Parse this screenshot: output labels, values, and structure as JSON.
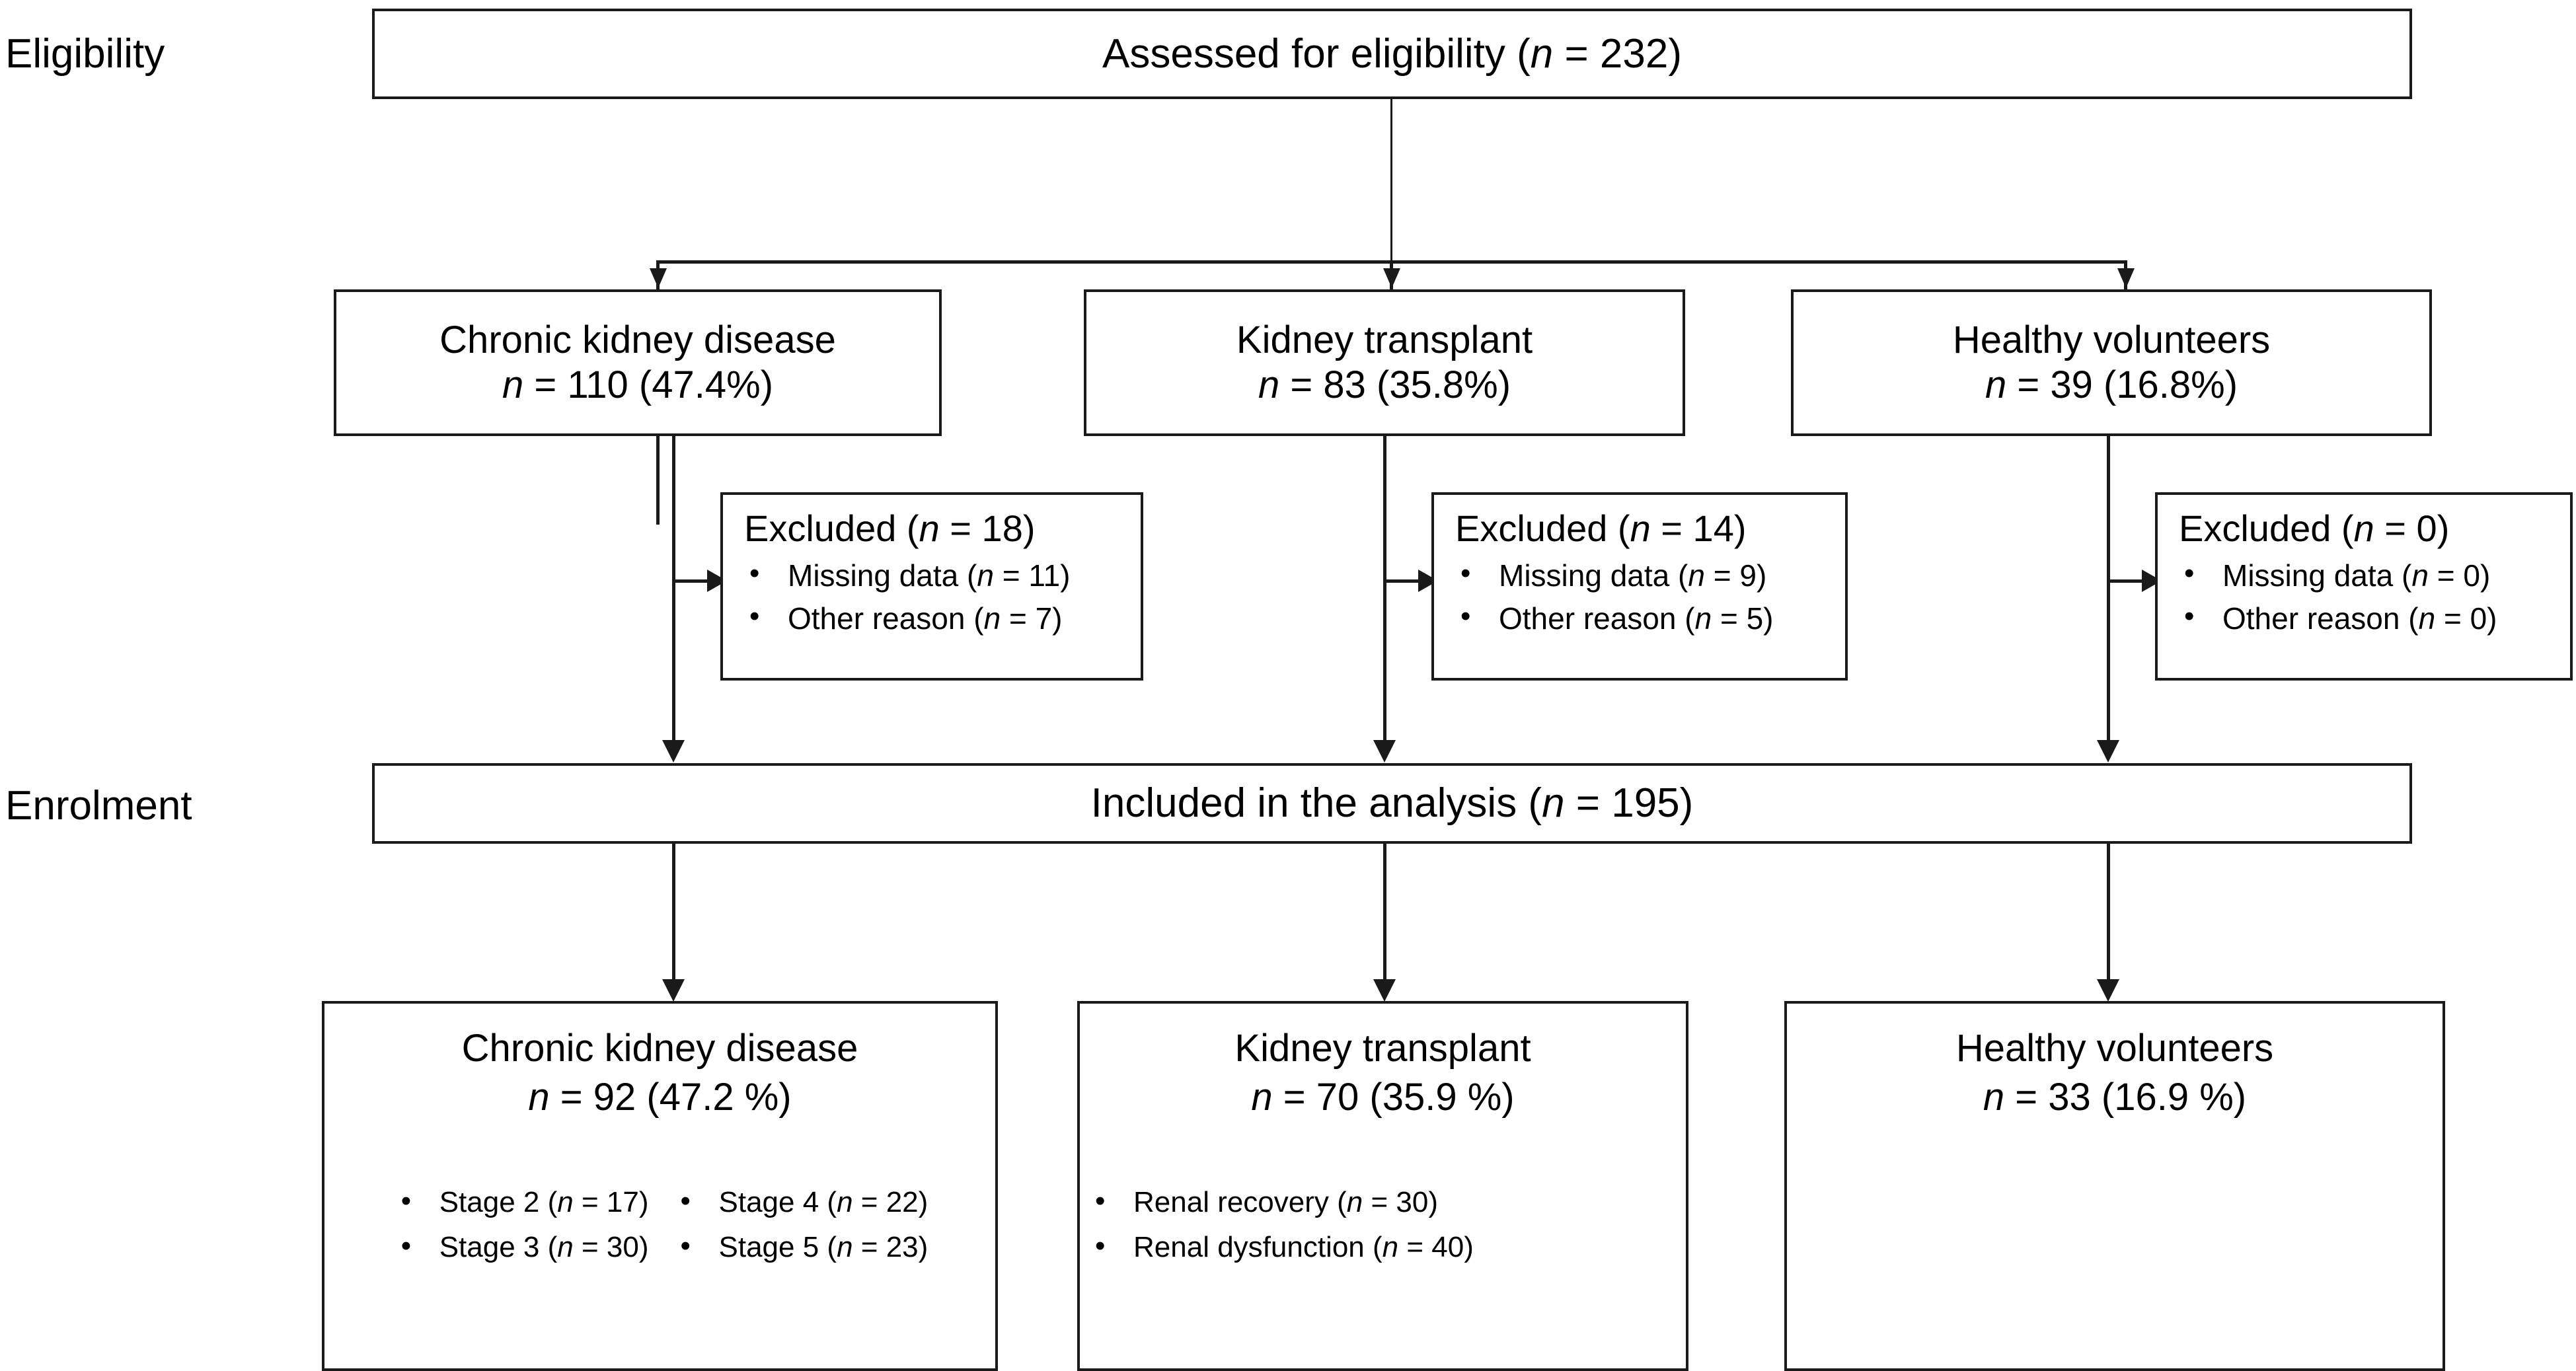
{
  "diagram": {
    "title": "CONSORT-style participant flow diagram",
    "stages": [
      {
        "id": "eligibility",
        "label": "Eligibility"
      },
      {
        "id": "enrolment",
        "label": "Enrolment"
      }
    ],
    "colors": {
      "stroke": "#1a1a1a",
      "background": "#ffffff",
      "text": "#000000"
    },
    "assessed": {
      "label_text": "Assessed for eligibility (",
      "n_symbol": "n",
      "n_value": " = 232)",
      "full": "Assessed for eligibility (n = 232)",
      "n": 232
    },
    "groups_assessed": [
      {
        "id": "ckd",
        "name": "Chronic kidney disease",
        "count_prefix": " = 110 (47.4%)",
        "n_symbol": "n",
        "n": 110,
        "percent": "47.4%"
      },
      {
        "id": "kt",
        "name": "Kidney transplant",
        "count_prefix": " = 83 (35.8%)",
        "n_symbol": "n",
        "n": 83,
        "percent": "35.8%"
      },
      {
        "id": "hv",
        "name": "Healthy volunteers",
        "count_prefix": " = 39 (16.8%)",
        "n_symbol": "n",
        "n": 39,
        "percent": "16.8%"
      }
    ],
    "exclusions": [
      {
        "id": "ckd-excluded",
        "header_prefix": "Excluded (",
        "n_symbol": "n",
        "header_suffix": " = 18)",
        "n": 18,
        "reasons": [
          {
            "label": "Missing data (",
            "n_symbol": "n",
            "value": " = 11)",
            "n": 11
          },
          {
            "label": "Other reason (",
            "n_symbol": "n",
            "value": " = 7)",
            "n": 7
          }
        ]
      },
      {
        "id": "kt-excluded",
        "header_prefix": "Excluded (",
        "n_symbol": "n",
        "header_suffix": " = 14)",
        "n": 14,
        "reasons": [
          {
            "label": "Missing data (",
            "n_symbol": "n",
            "value": " = 9)",
            "n": 9
          },
          {
            "label": "Other reason (",
            "n_symbol": "n",
            "value": " = 5)",
            "n": 5
          }
        ]
      },
      {
        "id": "hv-excluded",
        "header_prefix": "Excluded (",
        "n_symbol": "n",
        "header_suffix": " = 0)",
        "n": 0,
        "reasons": [
          {
            "label": "Missing data (",
            "n_symbol": "n",
            "value": " = 0)",
            "n": 0
          },
          {
            "label": "Other reason (",
            "n_symbol": "n",
            "value": " = 0)",
            "n": 0
          }
        ]
      }
    ],
    "included": {
      "label_text": "Included in the analysis (",
      "n_symbol": "n",
      "n_value": " = 195)",
      "full": "Included in the analysis (n = 195)",
      "n": 195
    },
    "groups_included": [
      {
        "id": "ckd-final",
        "name": "Chronic kidney disease",
        "n_symbol": "n",
        "count_prefix": " = 92 (47.2 %)",
        "n": 92,
        "percent": "47.2 %",
        "sub_left": [
          {
            "label": "Stage 2 (",
            "n_symbol": "n",
            "value": " = 17)",
            "n": 17
          },
          {
            "label": "Stage 3 (",
            "n_symbol": "n",
            "value": " = 30)",
            "n": 30
          }
        ],
        "sub_right": [
          {
            "label": "Stage 4 (",
            "n_symbol": "n",
            "value": " = 22)",
            "n": 22
          },
          {
            "label": "Stage 5 (",
            "n_symbol": "n",
            "value": " = 23)",
            "n": 23
          }
        ]
      },
      {
        "id": "kt-final",
        "name": "Kidney transplant",
        "n_symbol": "n",
        "count_prefix": " = 70 (35.9 %)",
        "n": 70,
        "percent": "35.9 %",
        "sub_left": [
          {
            "label": "Renal recovery (",
            "n_symbol": "n",
            "value": " = 30)",
            "n": 30
          },
          {
            "label": "Renal dysfunction (",
            "n_symbol": "n",
            "value": " = 40)",
            "n": 40
          }
        ],
        "sub_right": []
      },
      {
        "id": "hv-final",
        "name": "Healthy volunteers",
        "n_symbol": "n",
        "count_prefix": " = 33 (16.9 %)",
        "n": 33,
        "percent": "16.9 %",
        "sub_left": [],
        "sub_right": []
      }
    ]
  }
}
